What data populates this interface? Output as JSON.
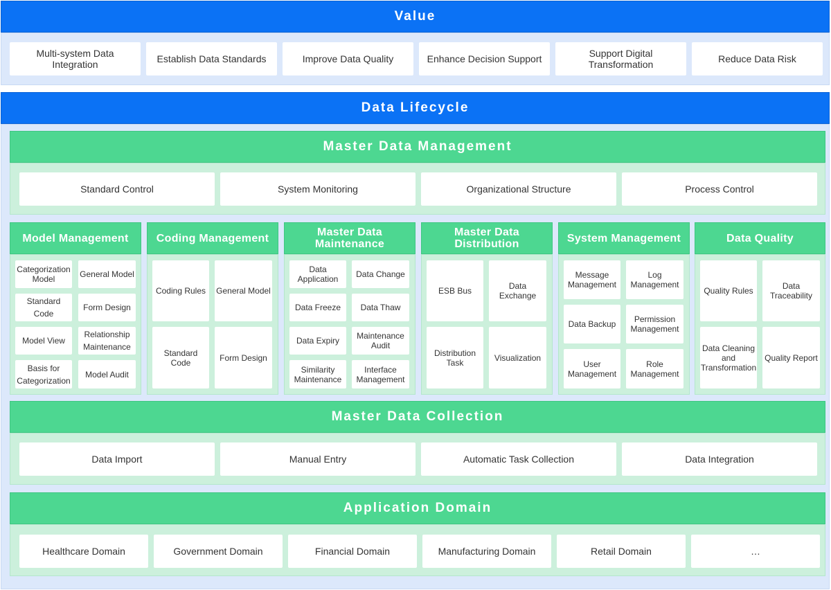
{
  "value": {
    "title": "Value",
    "items": [
      "Multi-system Data Integration",
      "Establish Data Standards",
      "Improve Data Quality",
      "Enhance Decision Support",
      "Support Digital Transformation",
      "Reduce Data Risk"
    ]
  },
  "lifecycle": {
    "title": "Data Lifecycle"
  },
  "mdm": {
    "title": "Master Data Management",
    "items": [
      "Standard Control",
      "System Monitoring",
      "Organizational Structure",
      "Process Control"
    ]
  },
  "modules": [
    {
      "title": "Model Management",
      "items": [
        "Categorization Model",
        "General Model",
        "Standard Code",
        "Form Design",
        "Model View",
        "Relationship Maintenance",
        "Basis for Categorization",
        "Model Audit"
      ]
    },
    {
      "title": "Coding Management",
      "items": [
        "Coding Rules",
        "General Model",
        "Standard Code",
        "Form Design"
      ]
    },
    {
      "title": "Master Data Maintenance",
      "items": [
        "Data Application",
        "Data Change",
        "Data Freeze",
        "Data Thaw",
        "Data Expiry",
        "Maintenance Audit",
        "Similarity Maintenance",
        "Interface Management"
      ]
    },
    {
      "title": "Master Data Distribution",
      "items": [
        "ESB Bus",
        "Data Exchange",
        "Distribution Task",
        "Visualization"
      ]
    },
    {
      "title": "System Management",
      "items": [
        "Message Management",
        "Log Management",
        "Data Backup",
        "Permission Management",
        "User Management",
        "Role Management"
      ]
    },
    {
      "title": "Data Quality",
      "items": [
        "Quality Rules",
        "Data Traceability",
        "Data Cleaning and Transformation",
        "Quality Report"
      ]
    }
  ],
  "collection": {
    "title": "Master Data Collection",
    "items": [
      "Data Import",
      "Manual Entry",
      "Automatic Task Collection",
      "Data Integration"
    ]
  },
  "domain": {
    "title": "Application Domain",
    "items": [
      "Healthcare Domain",
      "Government Domain",
      "Financial Domain",
      "Manufacturing Domain",
      "Retail Domain",
      "…"
    ]
  },
  "colors": {
    "blue": "#0b72f5",
    "green": "#4dd791",
    "light_green": "#ccf0dc",
    "light_blue": "#dce8fb"
  }
}
